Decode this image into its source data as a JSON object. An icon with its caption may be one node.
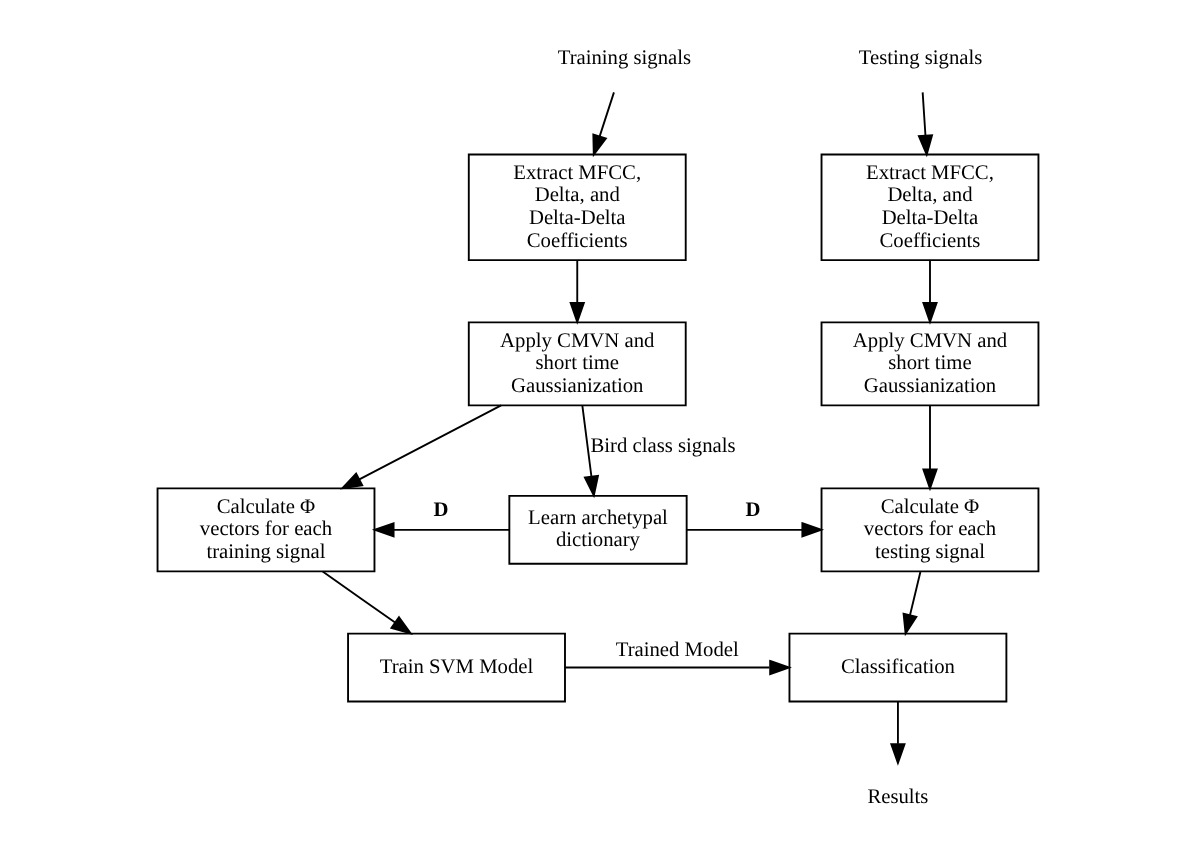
{
  "diagram": {
    "nodes": [
      {
        "text": [
          "Training signals"
        ]
      },
      {
        "text": [
          "Extract MFCC, Delta, and Delta-Delta Coefficients"
        ]
      },
      {
        "text": [
          "Apply CMVN and short time Gaussianization"
        ]
      },
      {
        "text": [
          "Calculate Φ vectors for each training signal"
        ]
      },
      {
        "text": [
          "Train SVM Model"
        ]
      },
      {
        "text": [
          "Testing signals"
        ]
      },
      {
        "text": [
          "Extract MFCC, Delta, and Delta-Delta Coefficients"
        ]
      },
      {
        "text": [
          "Apply CMVN and short time Gaussianization"
        ]
      },
      {
        "text": [
          "Calculate Φ vectors for each testing signal"
        ]
      },
      {
        "text": [
          "Classification"
        ]
      },
      {
        "text": [
          "Results"
        ]
      },
      {
        "text": [
          "Learn archetypal dictionary"
        ]
      }
    ],
    "edges": [
      {
        "from": 0,
        "to": 1,
        "arrow": "to"
      },
      {
        "from": 1,
        "to": 2,
        "arrow": "to"
      },
      {
        "from": 2,
        "to": 3,
        "arrow": "to"
      },
      {
        "from": 3,
        "to": 4,
        "arrow": "to"
      },
      {
        "from": 2,
        "to": 11,
        "arrow": "to",
        "label": "Bird class signals"
      },
      {
        "from": 11,
        "to": 3,
        "arrow": "to",
        "label": "D"
      },
      {
        "from": 11,
        "to": 8,
        "arrow": "to",
        "label": "D"
      },
      {
        "from": 4,
        "to": 9,
        "arrow": "to",
        "label": "Trained Model"
      },
      {
        "from": 5,
        "to": 6,
        "arrow": "to"
      },
      {
        "from": 6,
        "to": 7,
        "arrow": "to"
      },
      {
        "from": 7,
        "to": 8,
        "arrow": "to"
      },
      {
        "from": 8,
        "to": 9,
        "arrow": "to"
      },
      {
        "from": 9,
        "to": 10,
        "arrow": "to"
      }
    ]
  }
}
